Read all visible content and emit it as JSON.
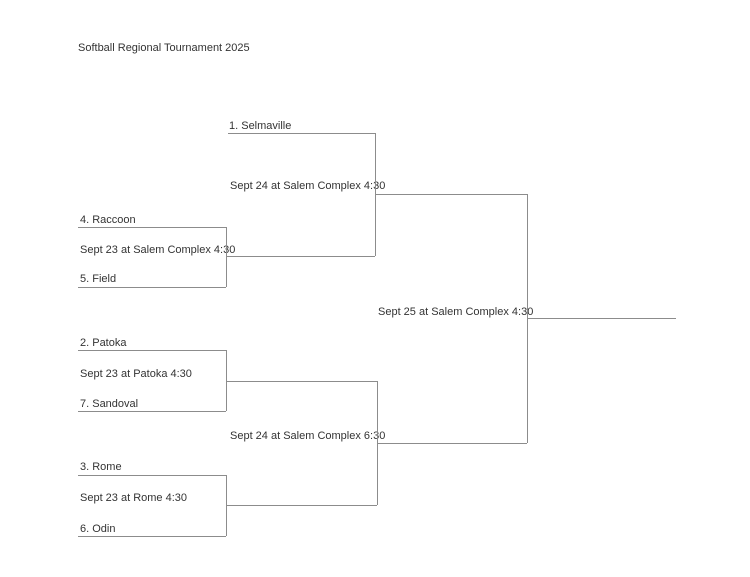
{
  "title": "Softball Regional Tournament 2025",
  "colors": {
    "line": "#8c8c8c",
    "text": "#333333",
    "background": "#ffffff"
  },
  "bracket": {
    "round1": [
      {
        "game": "Sept 23 at Salem Complex 4:30",
        "top": "4. Raccoon",
        "bottom": "5. Field"
      },
      {
        "game": "Sept 23 at Patoka 4:30",
        "top": "2. Patoka",
        "bottom": "7. Sandoval"
      },
      {
        "game": "Sept 23 at Rome 4:30",
        "top": "3. Rome",
        "bottom": "6. Odin"
      }
    ],
    "semifinals": [
      {
        "game": "Sept 24 at Salem Complex 4:30",
        "top": "1. Selmaville"
      },
      {
        "game": "Sept 24 at Salem Complex 6:30"
      }
    ],
    "final": {
      "game": "Sept 25 at Salem Complex 4:30"
    }
  }
}
